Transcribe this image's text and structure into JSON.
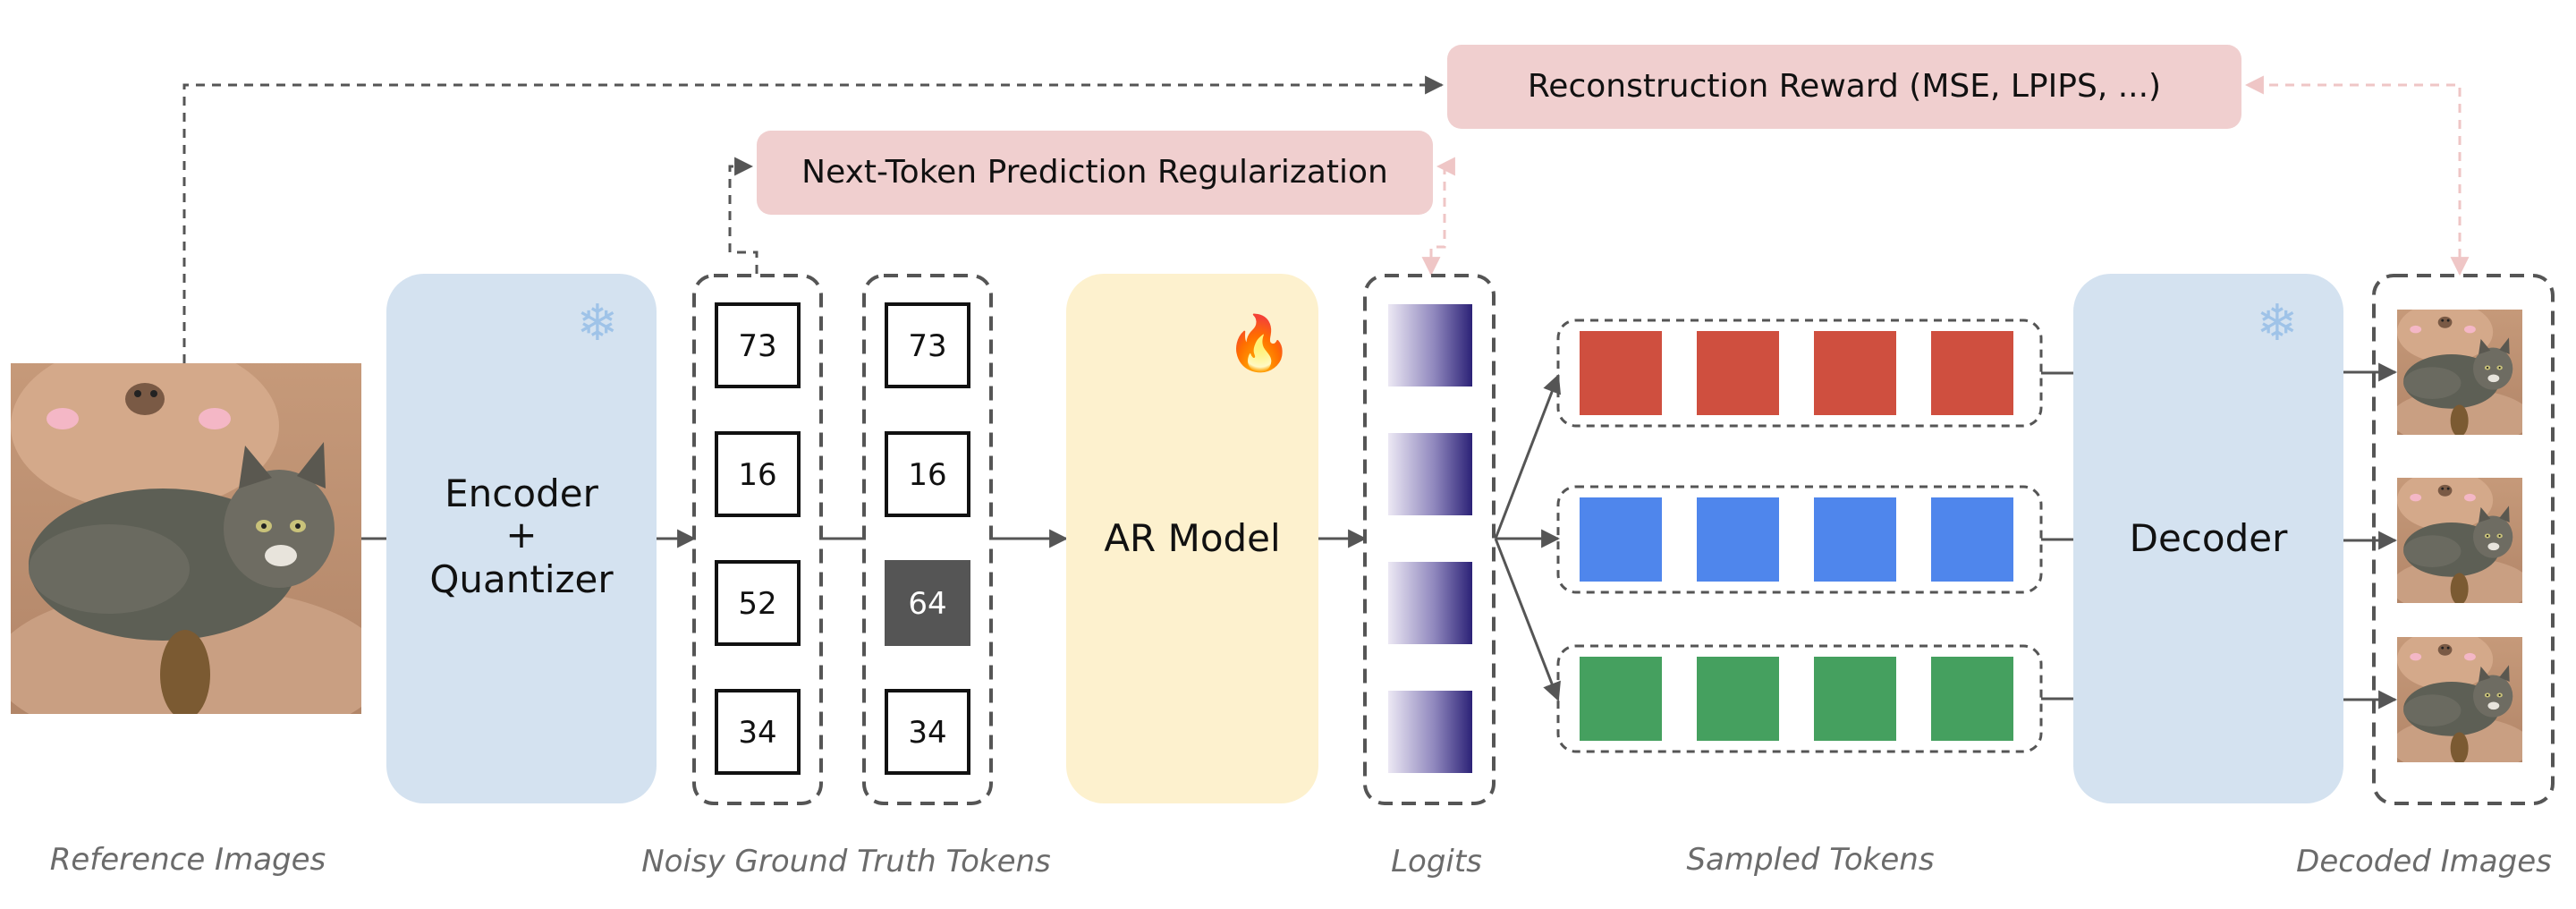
{
  "colors": {
    "frozen_block": "#d4e2f0",
    "trainable_block": "#fdf1ce",
    "reward_box": "#f0cfcf",
    "red_token": "#cf4f3f",
    "blue_token": "#4f86ec",
    "green_token": "#45a05f",
    "noisy_token_fill": "#555555",
    "dashed_border": "#555555",
    "reward_arrow": "#efc6c6"
  },
  "icons": {
    "frozen": "snowflake-icon",
    "trainable": "fire-icon"
  },
  "blocks": {
    "encoder_line1": "Encoder",
    "encoder_line2": "+",
    "encoder_line3": "Quantizer",
    "ar_model": "AR Model",
    "decoder": "Decoder"
  },
  "rewards": {
    "reconstruction": "Reconstruction Reward (MSE, LPIPS, ...)",
    "next_token": "Next-Token Prediction Regularization"
  },
  "tokens": {
    "ground_truth": [
      "73",
      "16",
      "52",
      "34"
    ],
    "noisy": [
      "73",
      "16",
      "64",
      "34"
    ],
    "noisy_replaced_index": 2
  },
  "sampled_rows": 3,
  "sampled_per_row": 4,
  "logits_count": 4,
  "decoded_count": 3,
  "captions": {
    "reference": "Reference Images",
    "noisy_gt": "Noisy Ground Truth Tokens",
    "logits": "Logits",
    "sampled": "Sampled Tokens",
    "decoded": "Decoded Images"
  }
}
